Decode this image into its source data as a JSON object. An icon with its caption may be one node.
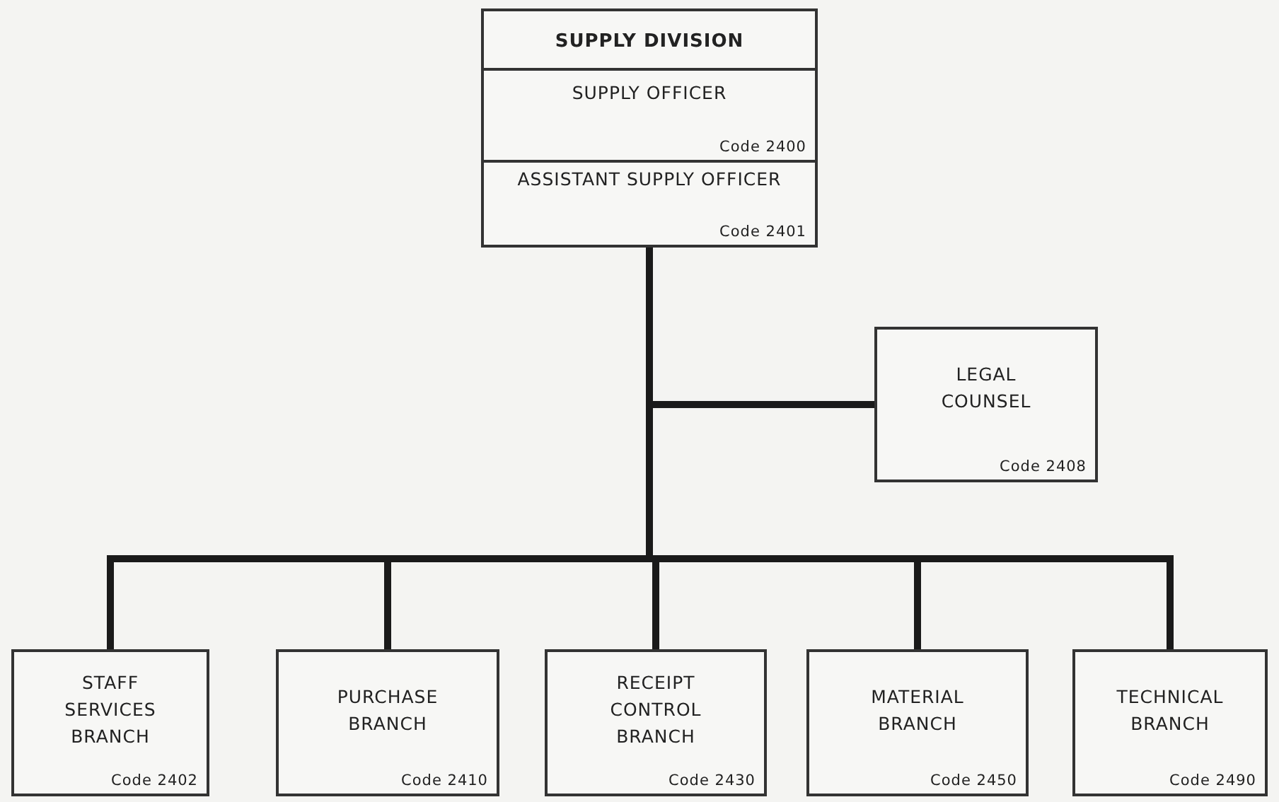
{
  "diagram": {
    "nodes": [
      {
        "text": [
          "SUPPLY DIVISION"
        ]
      },
      {
        "text": [
          "SUPPLY OFFICER",
          "Code 2400"
        ],
        "in": 0
      },
      {
        "text": [
          "ASSISTANT SUPPLY OFFICER",
          "Code 2401"
        ],
        "in": 0
      },
      {
        "text": [
          "LEGAL COUNSEL",
          "Code 2408"
        ]
      },
      {
        "text": [
          "STAFF SERVICES BRANCH",
          "Code 2402"
        ]
      },
      {
        "text": [
          "PURCHASE BRANCH",
          "Code 2410"
        ]
      },
      {
        "text": [
          "RECEIPT CONTROL BRANCH",
          "Code 2430"
        ]
      },
      {
        "text": [
          "MATERIAL BRANCH",
          "Code 2450"
        ]
      },
      {
        "text": [
          "TECHNICAL BRANCH",
          "Code 2490"
        ]
      }
    ],
    "edges": [
      {
        "from": 2,
        "to": 3,
        "arrow": "none"
      },
      {
        "from": 2,
        "to": 4,
        "arrow": "none"
      },
      {
        "from": 2,
        "to": 5,
        "arrow": "none"
      },
      {
        "from": 2,
        "to": 6,
        "arrow": "none"
      },
      {
        "from": 2,
        "to": 7,
        "arrow": "none"
      },
      {
        "from": 2,
        "to": 8,
        "arrow": "none"
      }
    ]
  }
}
